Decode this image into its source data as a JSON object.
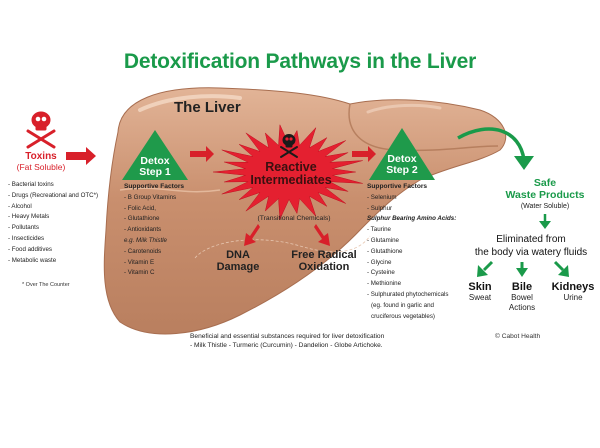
{
  "title": "Detoxification Pathways in the Liver",
  "liver_label": "The Liver",
  "colors": {
    "title_green": "#1a9a4a",
    "toxin_red": "#d8202a",
    "liver_brown": "#c98f6e",
    "liver_dark": "#b27a5a",
    "triangle_green": "#1f9a4b"
  },
  "toxins": {
    "icon": "skull-crossbones-icon",
    "title": "Toxins",
    "subtitle": "(Fat Soluble)",
    "items": [
      "- Bacterial toxins",
      "- Drugs (Recreational and OTC*)",
      "- Alcohol",
      "- Heavy Metals",
      "- Pollutants",
      "- Insecticides",
      "- Food additives",
      "- Metabolic waste"
    ],
    "footnote": "* Over The Counter"
  },
  "step1": {
    "label_line1": "Detox",
    "label_line2": "Step 1",
    "supportive_heading": "Supportive Factors",
    "items": [
      "- B Group Vitamins",
      "- Folic Acid,",
      "- Glutathione",
      "- Antioxidants",
      "e.g. Milk Thistle",
      "- Carotenoids",
      "- Vitamin E",
      "- Vitamin C"
    ]
  },
  "reactive": {
    "icon": "skull-crossbones-icon",
    "line1": "Reactive",
    "line2": "Intermediates",
    "subtitle": "(Transitional Chemicals)",
    "outcomes": [
      {
        "line1": "DNA",
        "line2": "Damage"
      },
      {
        "line1": "Free Radical",
        "line2": "Oxidation"
      }
    ]
  },
  "step2": {
    "label_line1": "Detox",
    "label_line2": "Step 2",
    "supportive_heading": "Supportive Factors",
    "items_top": [
      "- Selenium",
      "- Sulphur"
    ],
    "amino_heading": "Sulphur Bearing Amino Acids:",
    "items": [
      "- Taurine",
      "- Glutamine",
      "- Glutathione",
      "- Glycine",
      "- Cysteine",
      "- Methionine",
      "- Sulphurated phytochemicals",
      "(eg. found in garlic and",
      "cruciferous vegetables)"
    ]
  },
  "output": {
    "safe_line1": "Safe",
    "safe_line2": "Waste Products",
    "water": "(Water Soluble)",
    "elim_line1": "Eliminated from",
    "elim_line2": "the body via watery fluids",
    "exits": [
      {
        "title": "Skin",
        "sub1": "Sweat",
        "sub2": ""
      },
      {
        "title": "Bile",
        "sub1": "Bowel",
        "sub2": "Actions"
      },
      {
        "title": "Kidneys",
        "sub1": "Urine",
        "sub2": ""
      }
    ]
  },
  "footer": {
    "line1": "Beneficial and essential substances required for liver detoxification",
    "line2": "- Milk Thistle - Turmeric (Curcumin) - Dandelion - Globe Artichoke."
  },
  "copyright": "© Cabot Health"
}
